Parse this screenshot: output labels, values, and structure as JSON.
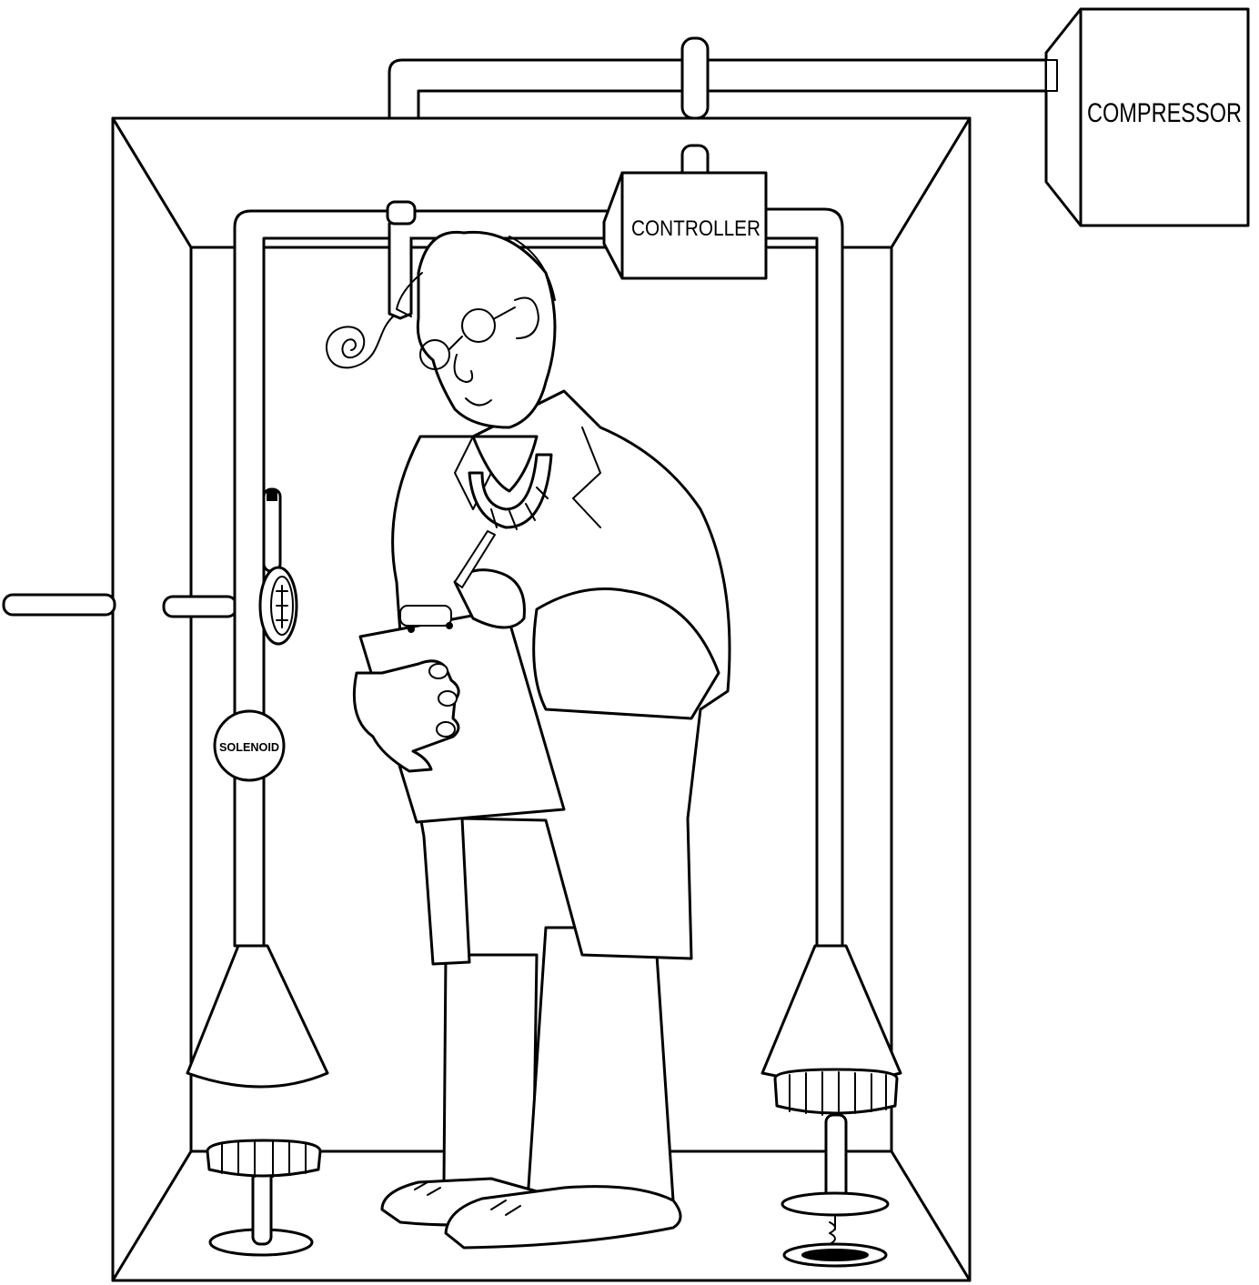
{
  "labels": {
    "compressor": "COMPRESSOR",
    "controller": "CONTROLLER",
    "solenoid": "SOLENOID"
  }
}
